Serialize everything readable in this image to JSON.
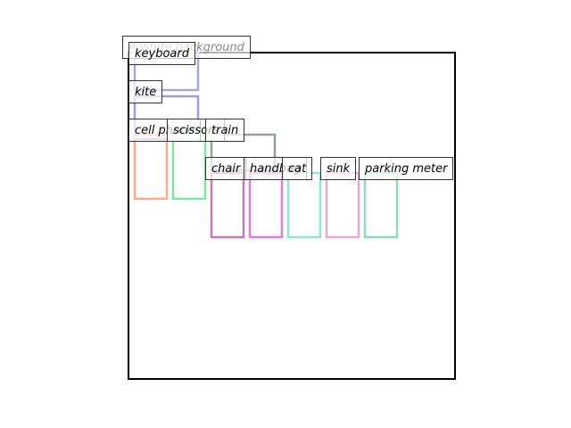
{
  "scene": {
    "background_label": "A white background",
    "frame_color": "#000000"
  },
  "objects": [
    {
      "label": "keyboard",
      "color": "#a5a5e6"
    },
    {
      "label": "kite",
      "color": "#9a9ae8"
    },
    {
      "label": "cell phone",
      "color": "#ffa98a"
    },
    {
      "label": "scissors",
      "color": "#7ee89a"
    },
    {
      "label": "train",
      "color": "#8aa88a"
    },
    {
      "label": "chair",
      "color": "#c27ab0"
    },
    {
      "label": "handbag",
      "color": "#e07ae0"
    },
    {
      "label": "cat",
      "color": "#8ae6da"
    },
    {
      "label": "sink",
      "color": "#e8a8d4"
    },
    {
      "label": "parking meter",
      "color": "#8adcb4"
    }
  ]
}
